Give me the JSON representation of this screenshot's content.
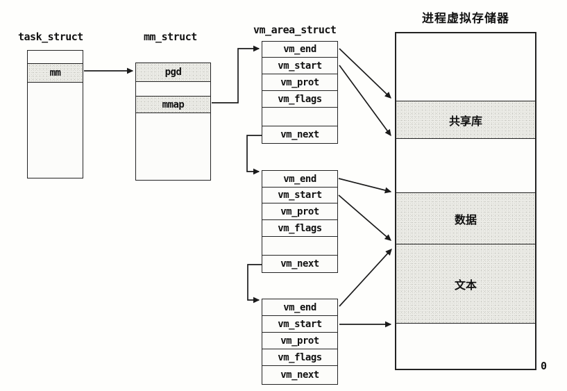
{
  "colors": {
    "line": "#1b1b1b",
    "shade": "#ebebe6",
    "background": "#fefefc"
  },
  "task_struct": {
    "label": "task_struct",
    "mm": "mm"
  },
  "mm_struct": {
    "label": "mm_struct",
    "pgd": "pgd",
    "mmap": "mmap"
  },
  "vm_area_struct": {
    "label": "vm_area_struct",
    "nodes": [
      {
        "fields": [
          "vm_end",
          "vm_start",
          "vm_prot",
          "vm_flags",
          "vm_next"
        ]
      },
      {
        "fields": [
          "vm_end",
          "vm_start",
          "vm_prot",
          "vm_flags",
          "vm_next"
        ]
      },
      {
        "fields": [
          "vm_end",
          "vm_start",
          "vm_prot",
          "vm_flags",
          "vm_next"
        ]
      }
    ]
  },
  "memory": {
    "title": "进程虚拟存储器",
    "sections": [
      {
        "label": "",
        "shaded": false
      },
      {
        "label": "共享库",
        "shaded": true
      },
      {
        "label": "",
        "shaded": false
      },
      {
        "label": "数据",
        "shaded": true
      },
      {
        "label": "文本",
        "shaded": true
      },
      {
        "label": "",
        "shaded": false
      }
    ],
    "bottom_address": "0"
  },
  "edges": [
    {
      "from": "task_struct.mm",
      "to": "mm_struct.pgd"
    },
    {
      "from": "mm_struct.mmap",
      "to": "vm_area_struct.1.vm_end"
    },
    {
      "from": "vm_area_struct.1.vm_end",
      "to": "memory.共享库.top"
    },
    {
      "from": "vm_area_struct.1.vm_start",
      "to": "memory.共享库.bottom"
    },
    {
      "from": "vm_area_struct.1.vm_next",
      "to": "vm_area_struct.2.vm_end"
    },
    {
      "from": "vm_area_struct.2.vm_end",
      "to": "memory.数据.top"
    },
    {
      "from": "vm_area_struct.2.vm_start",
      "to": "memory.数据.bottom"
    },
    {
      "from": "vm_area_struct.2.vm_next",
      "to": "vm_area_struct.3.vm_end"
    },
    {
      "from": "vm_area_struct.3.vm_end",
      "to": "memory.文本.top"
    },
    {
      "from": "vm_area_struct.3.vm_start",
      "to": "memory.文本.bottom"
    }
  ]
}
